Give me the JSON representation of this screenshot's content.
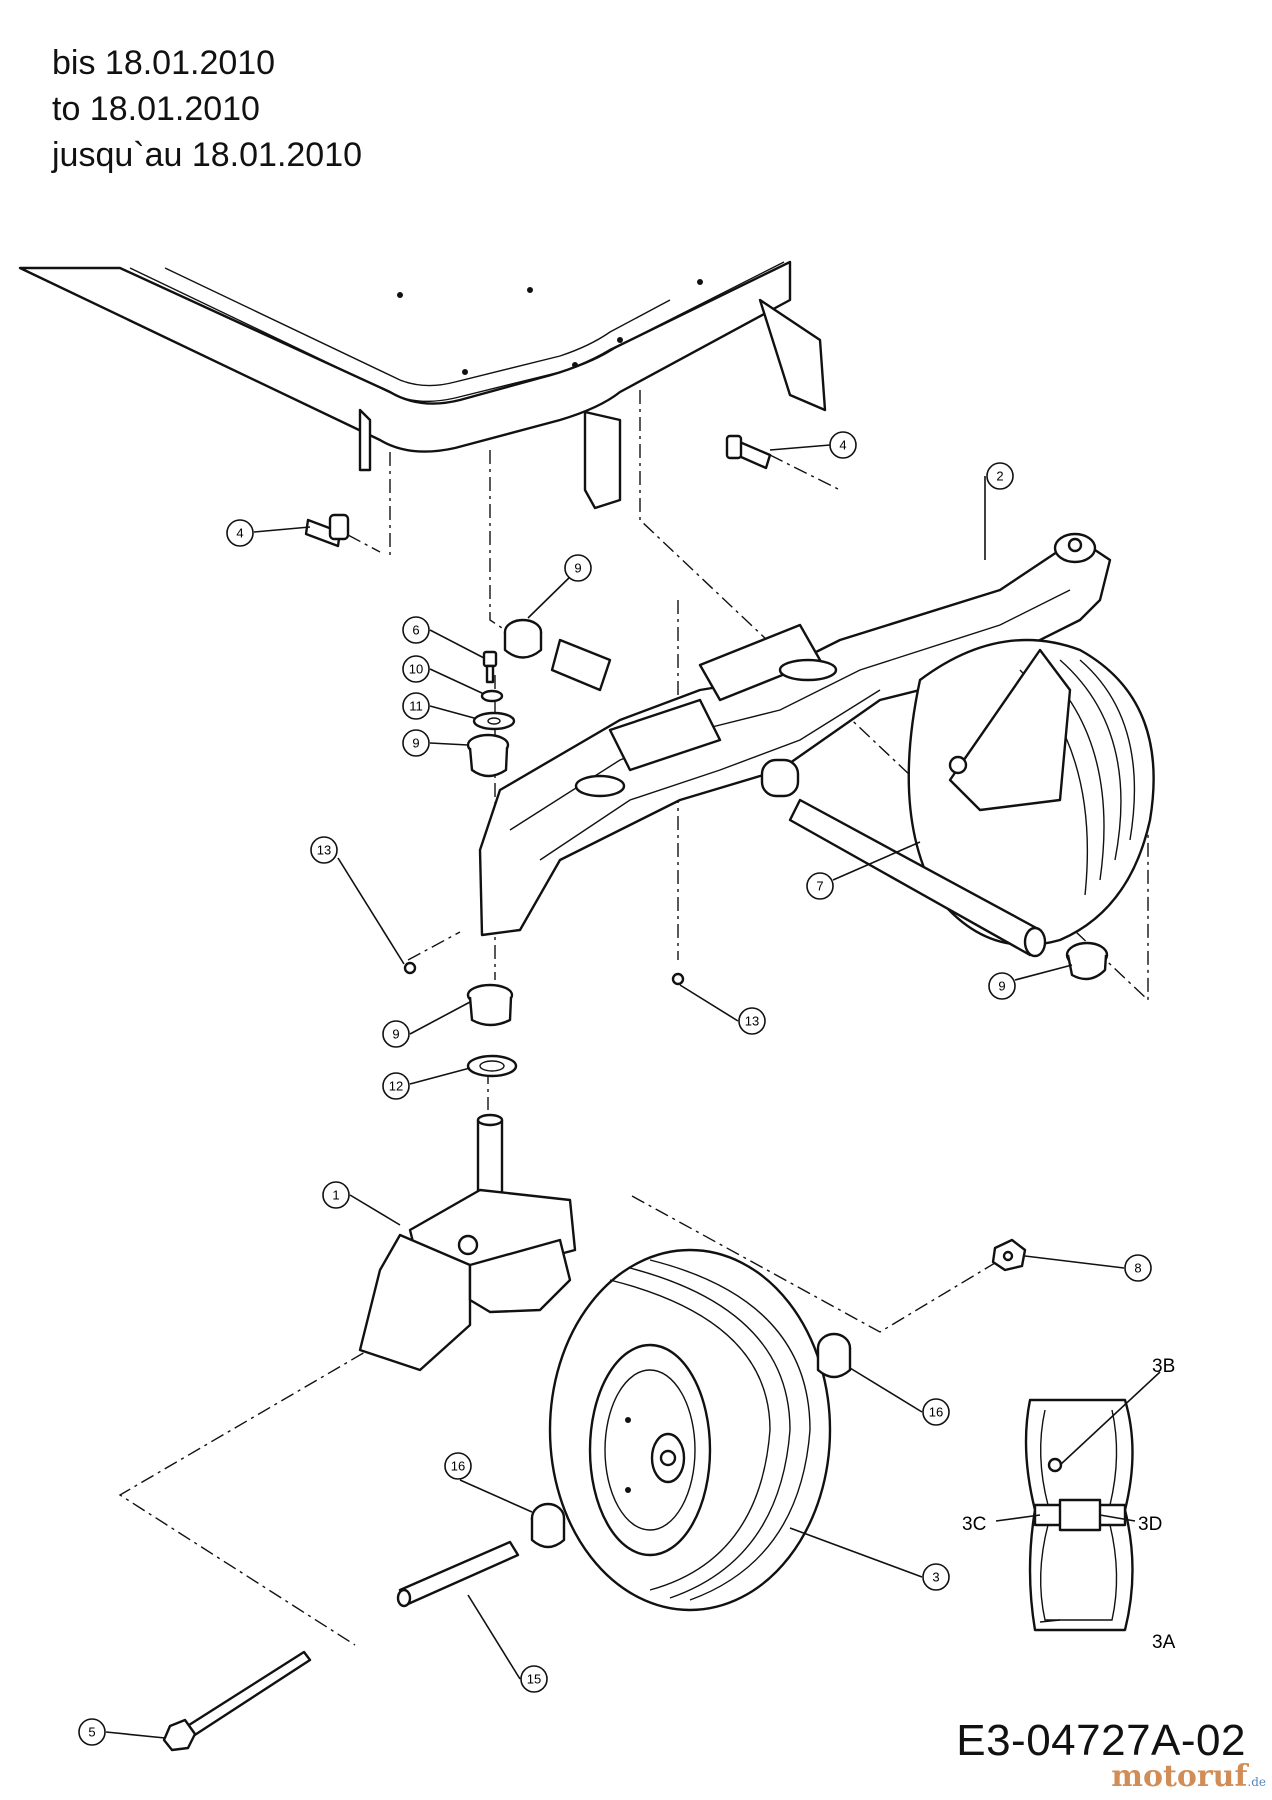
{
  "header": {
    "line_de": "bis 18.01.2010",
    "line_en": "to 18.01.2010",
    "line_fr": "jusqu`au 18.01.2010"
  },
  "callouts": {
    "c1": "1",
    "c2": "2",
    "c3": "3",
    "c4a": "4",
    "c4b": "4",
    "c5": "5",
    "c6": "6",
    "c7": "7",
    "c8": "8",
    "c9a": "9",
    "c9b": "9",
    "c9c": "9",
    "c9d": "9",
    "c10": "10",
    "c11": "11",
    "c12": "12",
    "c13a": "13",
    "c13b": "13",
    "c15": "15",
    "c16a": "16",
    "c16b": "16"
  },
  "section_labels": {
    "s3A": "3A",
    "s3B": "3B",
    "s3C": "3C",
    "s3D": "3D"
  },
  "document_id": "E3-04727A-02",
  "watermark": {
    "brand": "motoruf",
    "tld": ".de"
  },
  "colors": {
    "ink": "#111111",
    "paper": "#ffffff",
    "watermark": "#c97a3a"
  }
}
